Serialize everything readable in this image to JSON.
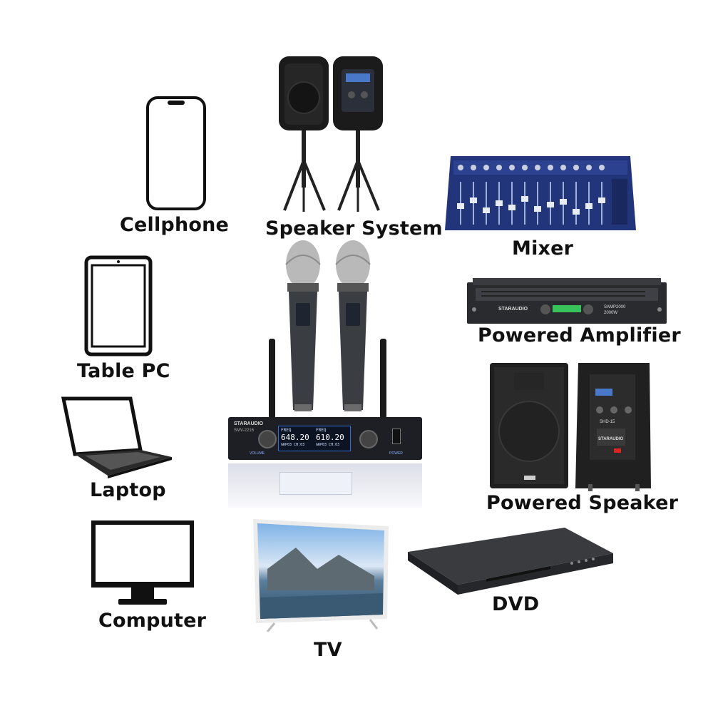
{
  "labels": {
    "cellphone": "Cellphone",
    "speaker_system": "Speaker System",
    "mixer": "Mixer",
    "table_pc": "Table PC",
    "powered_amplifier": "Powered Amplifier",
    "laptop": "Laptop",
    "powered_speaker": "Powered Speaker",
    "computer": "Computer",
    "tv": "TV",
    "dvd": "DVD"
  },
  "brand": {
    "name": "STARAUDIO",
    "receiver_model": "SMV-2216",
    "amp_model": "SAMP2000",
    "amp_power": "2000W",
    "speaker_model": "SHD-15"
  },
  "receiver_display": {
    "freq_label": "FREQ",
    "ch_a_freq": "648.20",
    "ch_b_freq": "610.20",
    "ch_a_code": "GRP03 CH:03",
    "ch_b_code": "GRP03 CH:03",
    "volume_label": "VOLUME",
    "power_label": "POWER"
  },
  "colors": {
    "ink": "#111111",
    "mixer_blue": "#23357a",
    "lcd_blue": "#2f6fd8"
  }
}
